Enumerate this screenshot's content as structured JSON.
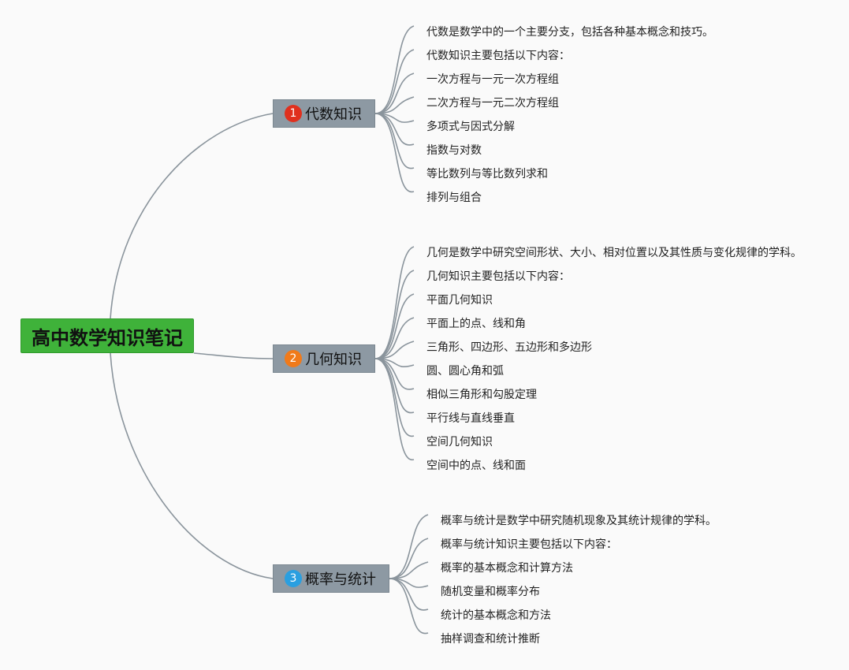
{
  "root": {
    "title": "高中数学知识笔记"
  },
  "branches": [
    {
      "number": "1",
      "label": "代数知识",
      "badge_color": "#e0301e",
      "items": [
        "代数是数学中的一个主要分支，包括各种基本概念和技巧。",
        "代数知识主要包括以下内容：",
        "一次方程与一元一次方程组",
        "二次方程与一元二次方程组",
        "多项式与因式分解",
        "指数与对数",
        "等比数列与等比数列求和",
        "排列与组合"
      ]
    },
    {
      "number": "2",
      "label": "几何知识",
      "badge_color": "#f07a1a",
      "items": [
        "几何是数学中研究空间形状、大小、相对位置以及其性质与变化规律的学科。",
        "几何知识主要包括以下内容：",
        "平面几何知识",
        "平面上的点、线和角",
        "三角形、四边形、五边形和多边形",
        "圆、圆心角和弧",
        "相似三角形和勾股定理",
        "平行线与直线垂直",
        "空间几何知识",
        "空间中的点、线和面"
      ]
    },
    {
      "number": "3",
      "label": "概率与统计",
      "badge_color": "#2a9fe0",
      "items": [
        "概率与统计是数学中研究随机现象及其统计规律的学科。",
        "概率与统计知识主要包括以下内容：",
        "概率的基本概念和计算方法",
        "随机变量和概率分布",
        "统计的基本概念和方法",
        "抽样调查和统计推断"
      ]
    }
  ],
  "colors": {
    "root": "#3fb23a",
    "branch": "#8d99a3",
    "connector": "#8a949c"
  }
}
